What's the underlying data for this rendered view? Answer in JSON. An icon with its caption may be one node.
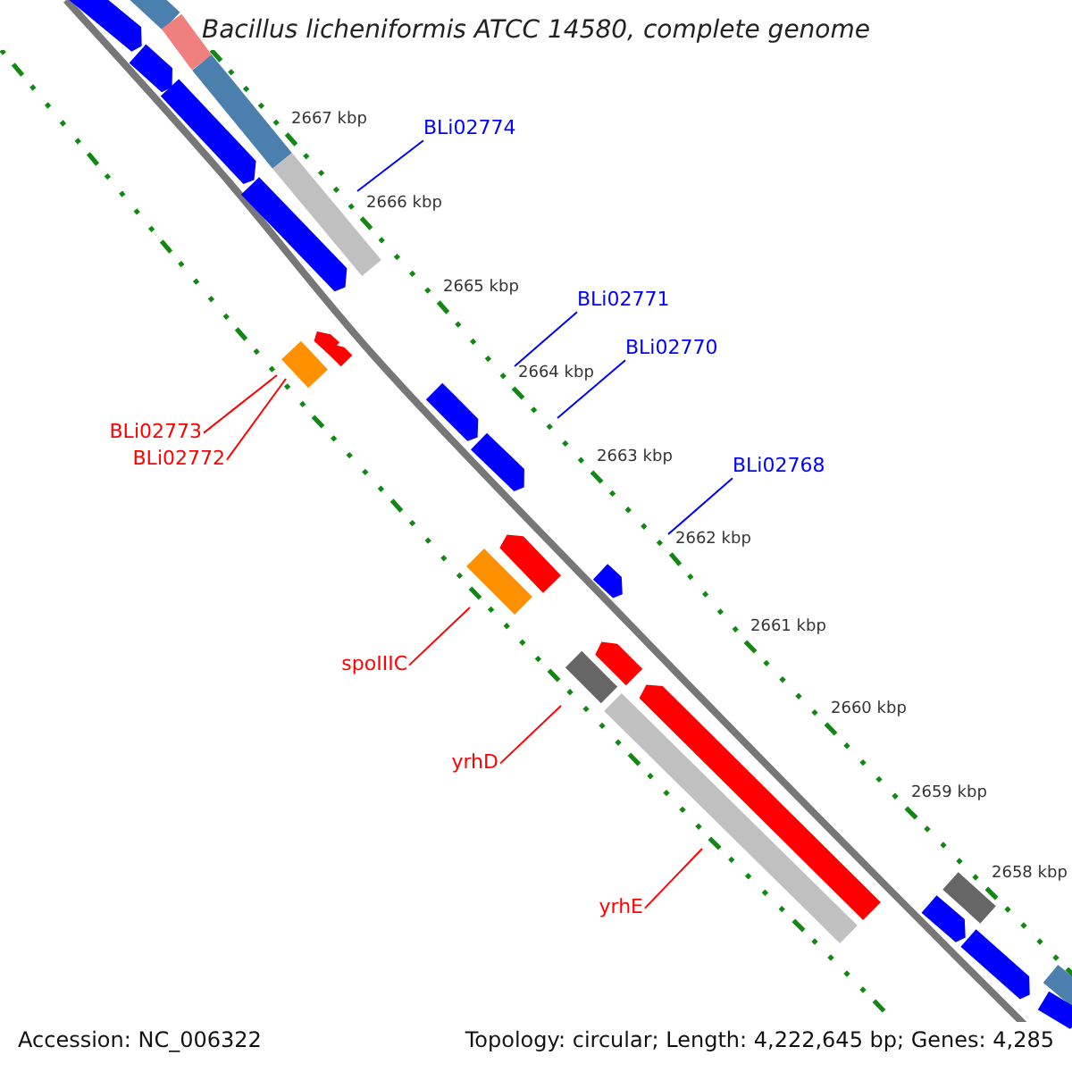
{
  "diagram": {
    "title": "Bacillus licheniformis ATCC 14580, complete genome",
    "nodes": [
      {
        "text": [],
        "shape": "arrow"
      },
      {
        "text": [],
        "shape": "bar"
      },
      {
        "text": [],
        "shape": "bar"
      },
      {
        "text": [],
        "shape": "arrow"
      },
      {
        "text": [],
        "shape": "bar"
      },
      {
        "text": [],
        "shape": "arrow"
      },
      {
        "text": [
          "BLi02774"
        ]
      },
      {
        "text": [],
        "shape": "bar"
      },
      {
        "text": [],
        "shape": "arrow"
      },
      {
        "text": [
          "BLi02771"
        ]
      },
      {
        "text": [],
        "shape": "arrow"
      },
      {
        "text": [],
        "shape": "arrow"
      },
      {
        "text": [
          "BLi02770"
        ]
      },
      {
        "text": [],
        "shape": "bar"
      },
      {
        "text": [],
        "shape": "arrow"
      },
      {
        "text": [
          "BLi02773"
        ]
      },
      {
        "text": [],
        "shape": "arrow"
      },
      {
        "text": [
          "BLi02772"
        ]
      },
      {
        "text": [
          "BLi02768"
        ]
      },
      {
        "text": [],
        "shape": "arrow"
      },
      {
        "text": [],
        "shape": "bar"
      },
      {
        "text": [],
        "shape": "arrow"
      },
      {
        "text": [],
        "shape": "arrow"
      },
      {
        "text": [
          "spoIIIC"
        ]
      },
      {
        "text": [],
        "shape": "bar"
      },
      {
        "text": [],
        "shape": "arrow"
      },
      {
        "text": [],
        "shape": "bar"
      },
      {
        "text": [
          "yrhD"
        ]
      },
      {
        "text": [],
        "shape": "bar"
      },
      {
        "text": [],
        "shape": "arrow"
      },
      {
        "text": [
          "yrhE"
        ]
      },
      {
        "text": [],
        "shape": "arrow"
      },
      {
        "text": [],
        "shape": "bar"
      },
      {
        "text": [],
        "shape": "arrow"
      }
    ],
    "edges": [
      {
        "from": 6,
        "to": 7,
        "arrow": "none",
        "color": "#0000ff"
      },
      {
        "from": 9,
        "to": 14,
        "arrow": "none",
        "color": "#0000ff"
      },
      {
        "from": 12,
        "to": 16,
        "arrow": "none",
        "color": "#0000ff"
      },
      {
        "from": 18,
        "to": 21,
        "arrow": "none",
        "color": "#0000ff"
      },
      {
        "from": 15,
        "to": 13,
        "arrow": "none"
      },
      {
        "from": 17,
        "to": 13,
        "arrow": "none"
      },
      {
        "from": 23,
        "to": 20,
        "arrow": "none"
      },
      {
        "from": 27,
        "to": 24,
        "arrow": "none"
      },
      {
        "from": 30,
        "to": 26,
        "arrow": "none"
      }
    ],
    "labels": [
      "2667 kbp",
      "2666 kbp",
      "2665 kbp",
      "2664 kbp",
      "2663 kbp",
      "2662 kbp",
      "2661 kbp",
      "2660 kbp",
      "2659 kbp",
      "2658 kbp",
      "Accession: NC_006322",
      "Topology: circular; Length: 4,222,645 bp; Genes: 4,285"
    ]
  }
}
